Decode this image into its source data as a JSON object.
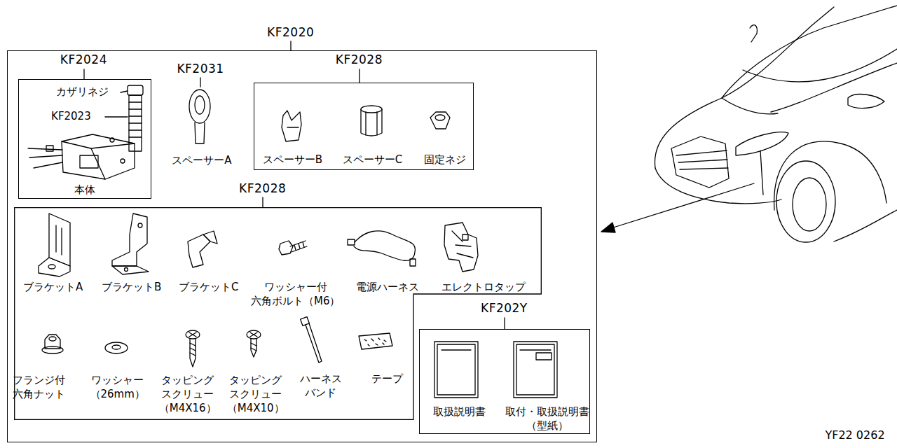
{
  "diagram": {
    "nodes": [
      {
        "text": [
          "KF2020"
        ]
      },
      {
        "text": [
          "KF2024",
          "カザリネジ",
          "KF2023",
          "本体"
        ],
        "in": 0
      },
      {
        "text": [
          "KF2028",
          "スペーサーB",
          "スペーサーC",
          "固定ネジ"
        ],
        "in": 0
      },
      {
        "text": [
          "KF2028",
          "ブラケットA",
          "ブラケットB",
          "ブラケットC",
          "ワッシャー付 六角ボルト（M6）",
          "電源ハーネス",
          "エレクトロタップ",
          "フランジ付 六角ナット",
          "ワッシャー （26mm）",
          "タッピング スクリュー （M4X16）",
          "タッピング スクリュー （M4X10）",
          "ハーネス バンド",
          "テープ"
        ],
        "in": 0
      },
      {
        "text": [
          "KF202Y",
          "取扱説明書",
          "取付・取扱説明書 （型紙）"
        ],
        "in": 0
      }
    ],
    "edges": [],
    "labels": [
      "KF2031",
      "スペーサーA",
      "YF22 0262"
    ]
  }
}
